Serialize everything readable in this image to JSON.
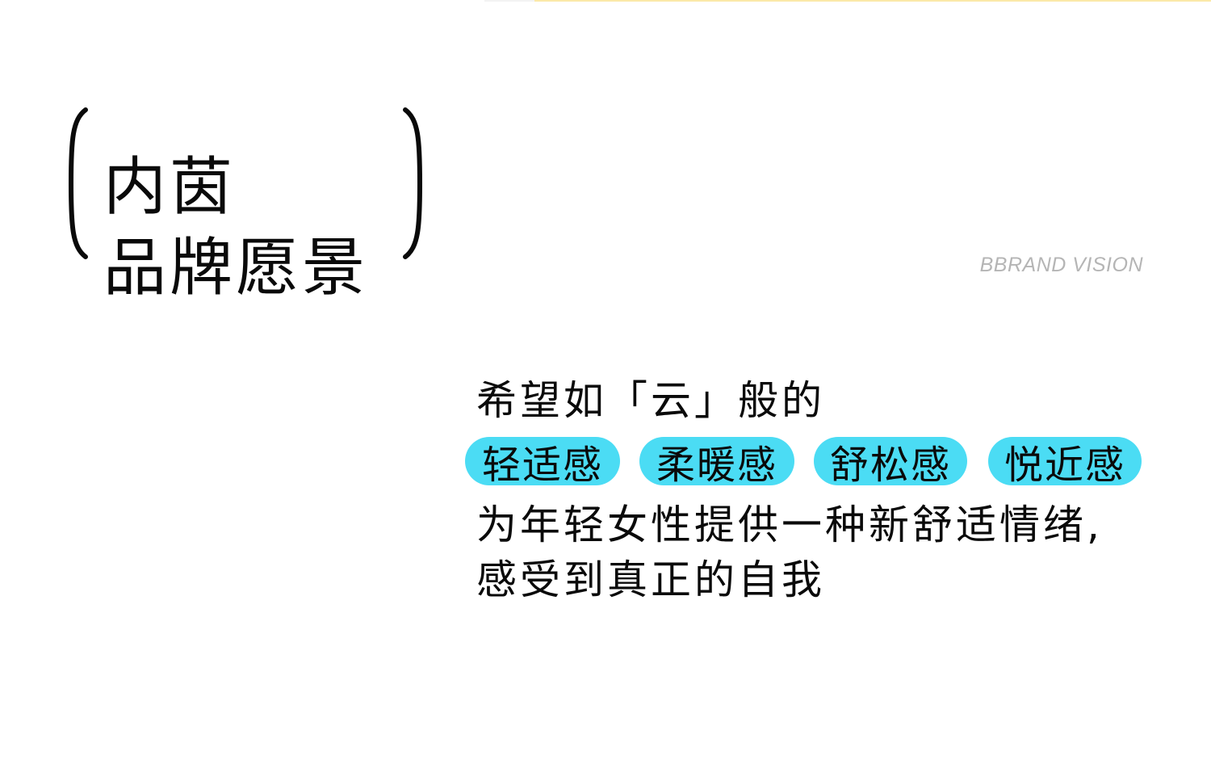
{
  "decor": {
    "top_line_color": "#fbe9a8",
    "accent_color": "#4bdcf4"
  },
  "header": {
    "title_line1": "内茵",
    "title_line2": "品牌愿景",
    "subtitle_en": "BBRAND VISION"
  },
  "vision": {
    "intro": "希望如「云」般的",
    "feelings": [
      {
        "label": "轻适感"
      },
      {
        "label": "柔暖感"
      },
      {
        "label": "舒松感"
      },
      {
        "label": "悦近感"
      }
    ],
    "line3": "为年轻女性提供一种新舒适情绪,",
    "line4": "感受到真正的自我"
  }
}
